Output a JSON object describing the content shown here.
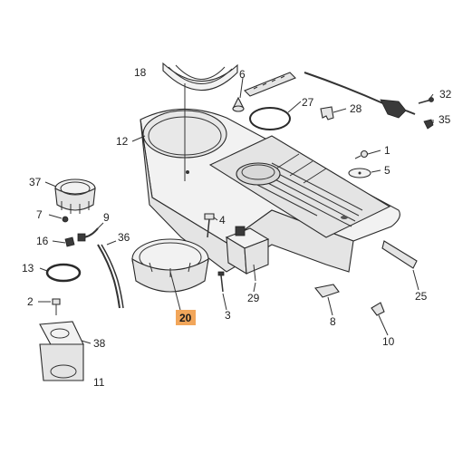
{
  "diagram": {
    "highlighted_part": "20",
    "highlight_color": "#f2a65a",
    "callouts": {
      "p18": "18",
      "p6": "6",
      "p27": "27",
      "p32": "32",
      "p28": "28",
      "p35": "35",
      "p12": "12",
      "p1": "1",
      "p5": "5",
      "p37": "37",
      "p7": "7",
      "p9": "9",
      "p4": "4",
      "p16": "16",
      "p36": "36",
      "p13": "13",
      "p2": "2",
      "p3": "3",
      "p29": "29",
      "p8": "8",
      "p25": "25",
      "p10": "10",
      "p38": "38",
      "p11": "11",
      "p20": "20"
    }
  }
}
